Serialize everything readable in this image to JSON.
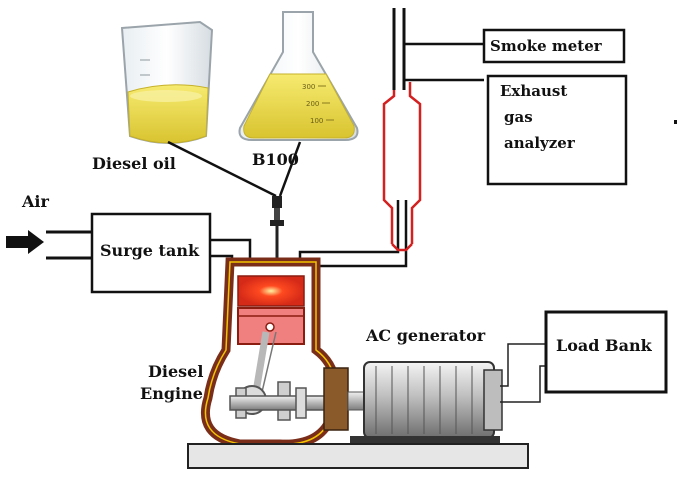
{
  "labels": {
    "diesel_oil": "Diesel oil",
    "b100": "B100",
    "air": "Air",
    "surge_tank": "Surge tank",
    "diesel_engine_line1": "Diesel",
    "diesel_engine_line2": "Engine",
    "ac_generator": "AC generator",
    "load_bank": "Load Bank",
    "smoke_meter": "Smoke meter",
    "exhaust_line1": "Exhaust",
    "exhaust_line2": "gas",
    "exhaust_line3": "analyzer"
  },
  "flask_scale": [
    "300",
    "200",
    "100"
  ],
  "colors": {
    "engine_wall": "#7a2e1a",
    "combustion": "#e83020",
    "piston": "#f08080",
    "exhaust_pipe": "#d42020",
    "fuel": "#e8d84a",
    "line": "#111111"
  }
}
